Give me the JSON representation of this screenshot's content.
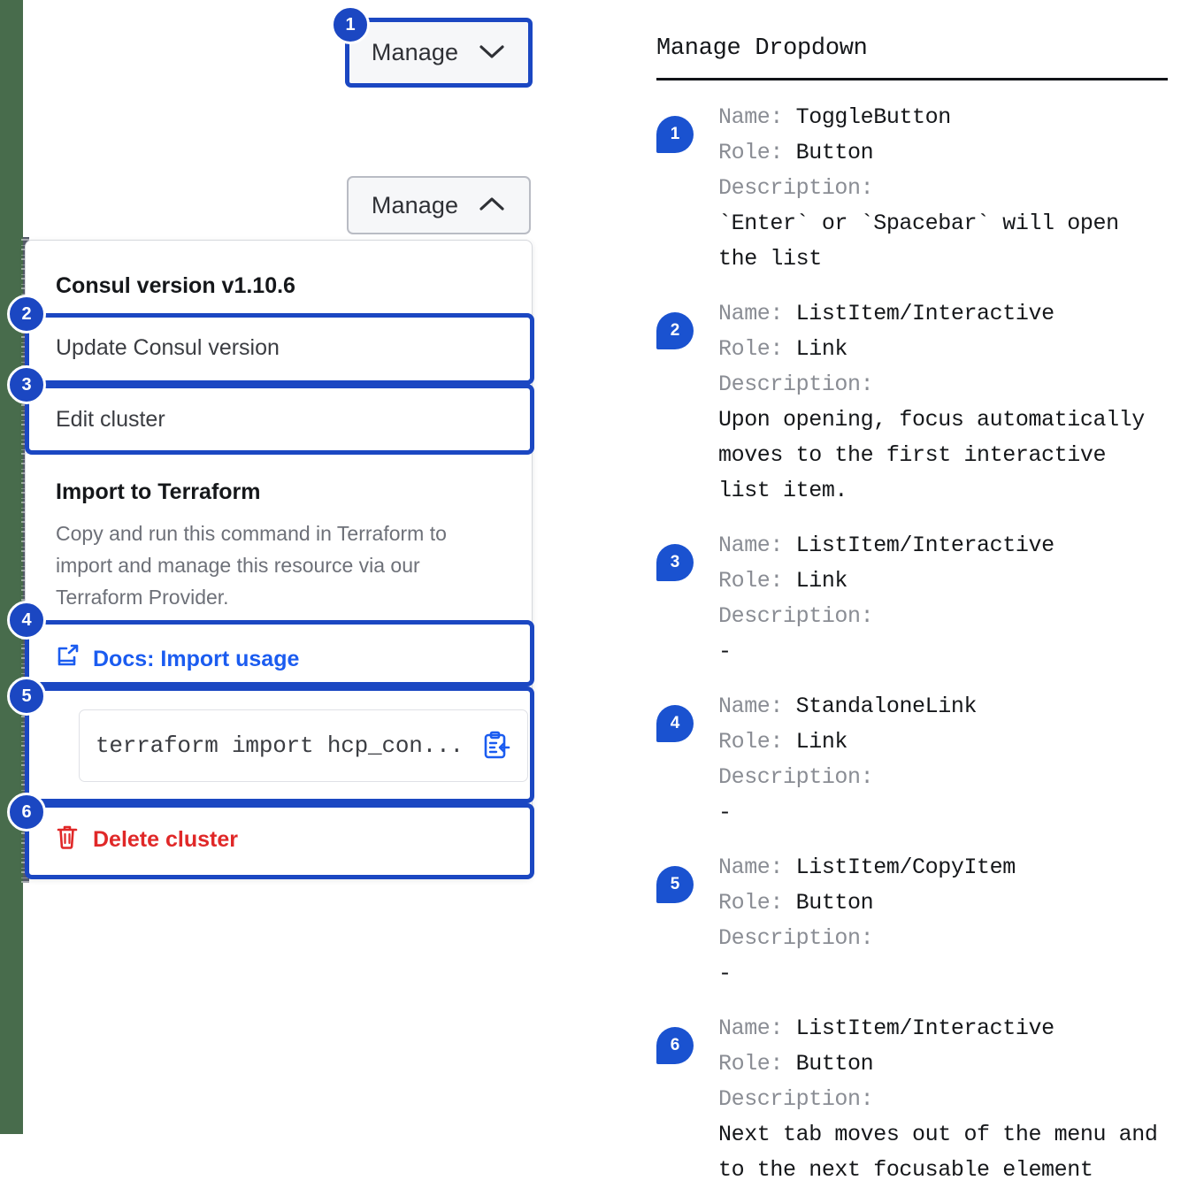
{
  "theme": {
    "accent_blue": "#1b47c2",
    "link_blue": "#1b5cf0",
    "danger_red": "#e02828",
    "edge_green": "#486c4c",
    "badge_blue": "#1a52d0"
  },
  "closed_button": {
    "label": "Manage",
    "chevron": "chevron-down-icon",
    "badge": "1"
  },
  "open_button": {
    "label": "Manage",
    "chevron": "chevron-up-icon"
  },
  "dropdown": {
    "version_title": "Consul version v1.10.6",
    "update_item": "Update Consul version",
    "edit_item": "Edit cluster",
    "terraform_title": "Import to Terraform",
    "terraform_desc": "Copy and run this command in Terraform to import and manage this resource via our Terraform Provider.",
    "docs_link": "Docs: Import usage",
    "docs_icon": "docs-external-link-icon",
    "command": "terraform import hcp_con...",
    "copy_icon": "clipboard-copy-icon",
    "delete_item": "Delete cluster",
    "delete_icon": "trash-icon",
    "badges": [
      "2",
      "3",
      "4",
      "5",
      "6"
    ]
  },
  "doc_panel": {
    "title": "Manage Dropdown",
    "labels": {
      "name": "Name:",
      "role": "Role:",
      "description": "Description:"
    },
    "entries": [
      {
        "badge": "1",
        "name": "ToggleButton",
        "role": "Button",
        "description": "`Enter` or `Spacebar` will open\nthe list"
      },
      {
        "badge": "2",
        "name": "ListItem/Interactive",
        "role": "Link",
        "description": "Upon opening, focus automatically\nmoves to the first interactive\nlist item."
      },
      {
        "badge": "3",
        "name": "ListItem/Interactive",
        "role": "Link",
        "description": "-"
      },
      {
        "badge": "4",
        "name": "StandaloneLink",
        "role": "Link",
        "description": "-"
      },
      {
        "badge": "5",
        "name": "ListItem/CopyItem",
        "role": "Button",
        "description": "-"
      },
      {
        "badge": "6",
        "name": "ListItem/Interactive",
        "role": "Button",
        "description": "Next tab moves out of the menu and\nto the next focusable element"
      }
    ]
  }
}
